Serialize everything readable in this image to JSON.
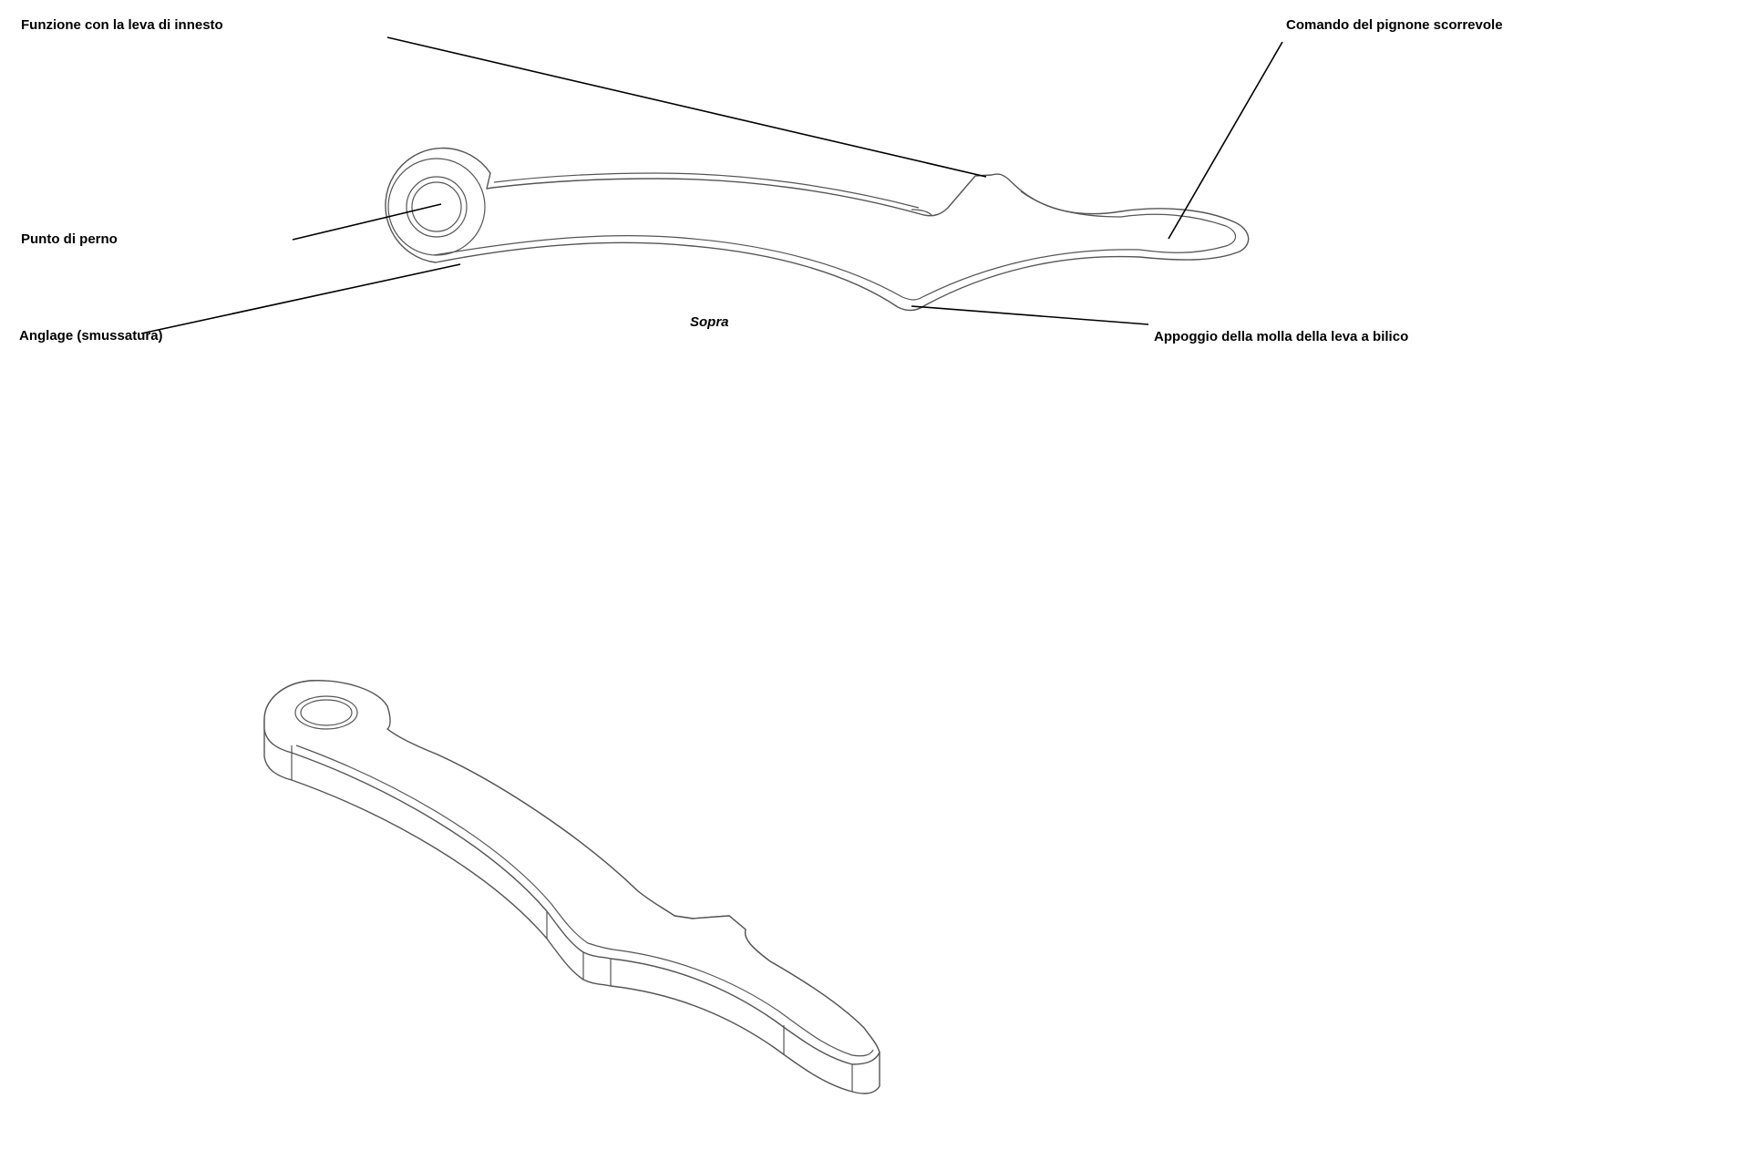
{
  "labels": {
    "engagement_lever": "Funzione con la leva di innesto",
    "sliding_pinion": "Comando del pignone scorrevole",
    "pivot_point": "Punto di perno",
    "anglage": "Anglage (smussatura)",
    "top_view": "Sopra",
    "spring_support": "Appoggio della molla della leva a bilico"
  },
  "colors": {
    "lines": "#000000",
    "part_outline": "#555555",
    "background": "#ffffff"
  }
}
